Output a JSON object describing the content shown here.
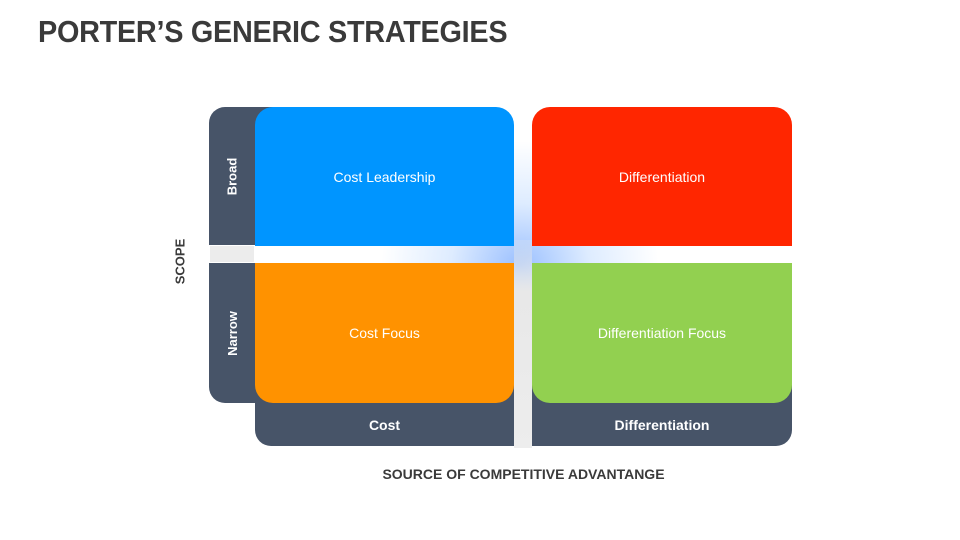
{
  "title": "PORTER’S GENERIC STRATEGIES",
  "axes": {
    "y_label": "SCOPE",
    "x_label": "SOURCE OF COMPETITIVE ADVANTANGE"
  },
  "rows": {
    "broad": "Broad",
    "narrow": "Narrow"
  },
  "columns": {
    "cost": "Cost",
    "differentiation": "Differentiation"
  },
  "quadrants": {
    "cost_leadership": {
      "label": "Cost Leadership",
      "color": "#0095ff"
    },
    "differentiation": {
      "label": "Differentiation",
      "color": "#ff2600"
    },
    "cost_focus": {
      "label": "Cost Focus",
      "color": "#ff9200"
    },
    "differentiation_focus": {
      "label": "Differentiation Focus",
      "color": "#92d050"
    }
  },
  "panel_color": "#475468"
}
